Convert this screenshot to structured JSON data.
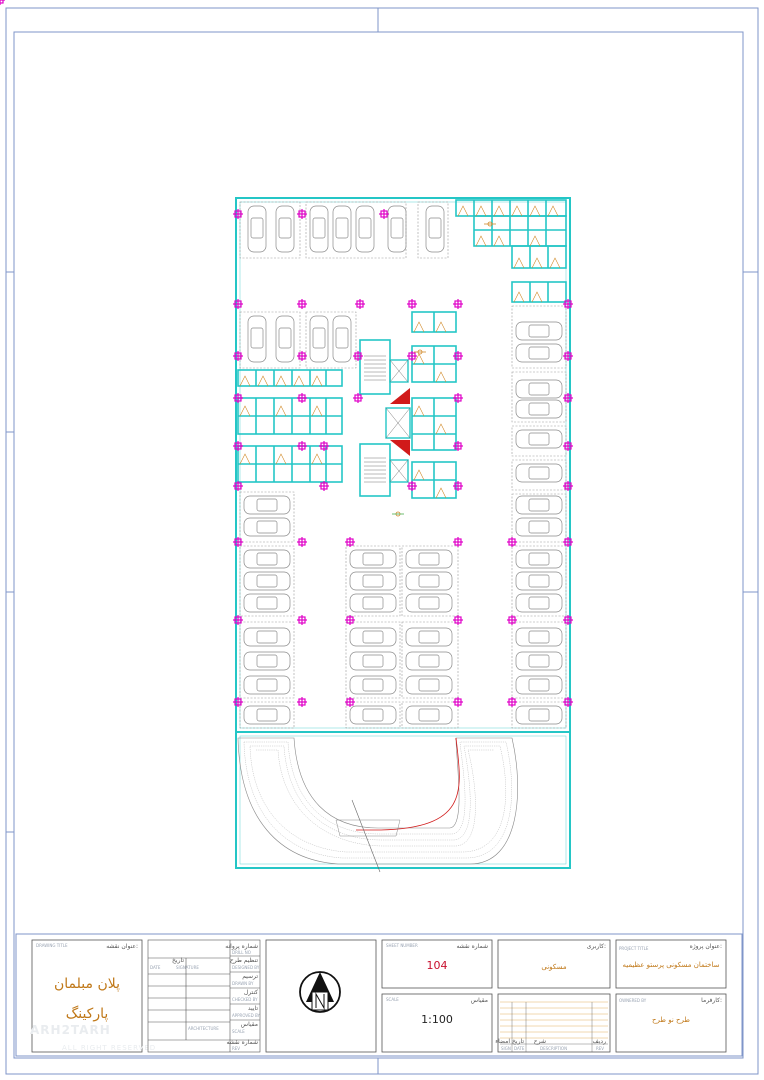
{
  "colors": {
    "frame": "#7f95c9",
    "wall": "#24c6c6",
    "column": "#e000c8",
    "car": "#8a8a8a",
    "ramp_red": "#d11a1a",
    "title_orange": "#c07818",
    "number_red": "#c8102e"
  },
  "icons": {
    "north_arrow": "north-arrow-icon"
  },
  "title_block": {
    "drawing_title_label_fa": "عنوان نقشه:",
    "drawing_title_label_en": "DRAWING TITLE",
    "drawing_title_line1": "پلان مبلمان",
    "drawing_title_line2": "پارکینگ",
    "sheet_number_label_fa": "شماره نقشه",
    "sheet_number_label_en": "SHEET NUMBER",
    "sheet_number": "104",
    "scale_label_fa": "مقیاس",
    "scale_label_en": "SCALE",
    "scale": "1:100",
    "usage_label_fa": "کاربری:",
    "usage": "مسکونی",
    "project_label_fa": "عنوان پروژه:",
    "project_label_en": "PROJECT TITLE",
    "project_title": "ساختمان مسکونی پرستو عظیمیه",
    "client_label_fa": "کارفرما:",
    "client_label_en": "OWNERED BY",
    "client": "طرح نو طرح",
    "signature_rows": [
      {
        "fa": "شماره پروانه",
        "en": "DRILL NO"
      },
      {
        "fa": "تنظیم طرح",
        "en": "DESIGNED BY"
      },
      {
        "fa": "ترسیم",
        "en": "DRAWN BY"
      },
      {
        "fa": "کنترل",
        "en": "CHECKED BY"
      },
      {
        "fa": "تایید",
        "en": "APPROVED BY"
      },
      {
        "fa": "مقیاس",
        "en": "SCALE"
      },
      {
        "fa": "شماره نقشه",
        "en": "REV"
      }
    ],
    "date_label": "DATE",
    "date_fa": "تاریخ",
    "signature_label": "SIGNATURE",
    "architecture_label": "ARCHITECTURE",
    "revision_headers": [
      "SIGN",
      "DATE",
      "DESCRIPTION",
      "REV"
    ],
    "revision_headers_fa": [
      "امضاء",
      "تاریخ",
      "شرح",
      "ردیف"
    ]
  },
  "watermark": {
    "line1": "ARH2TARH",
    "line2": "ALL RIGHT RESERVED"
  }
}
